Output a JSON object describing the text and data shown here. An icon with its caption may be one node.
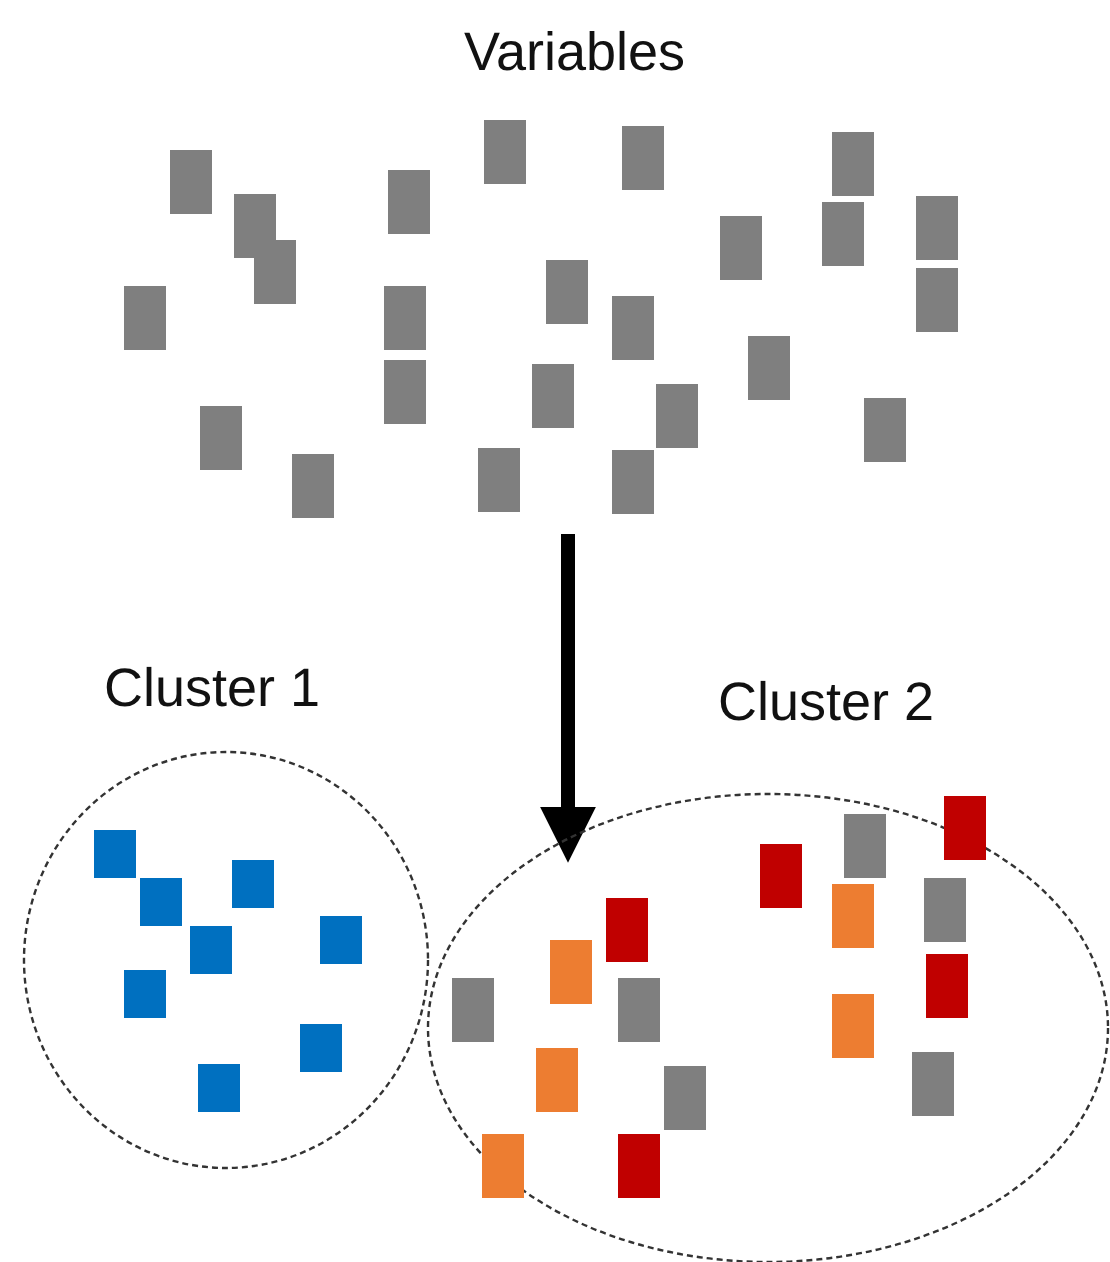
{
  "diagram": {
    "nodes": [
      {
        "text": [
          "Variables"
        ]
      },
      {
        "text": [
          "Cluster 1"
        ]
      },
      {
        "text": [
          "Cluster 2"
        ]
      }
    ],
    "edges": [
      {
        "from": 0,
        "to": 2,
        "arrow": "to"
      }
    ]
  }
}
